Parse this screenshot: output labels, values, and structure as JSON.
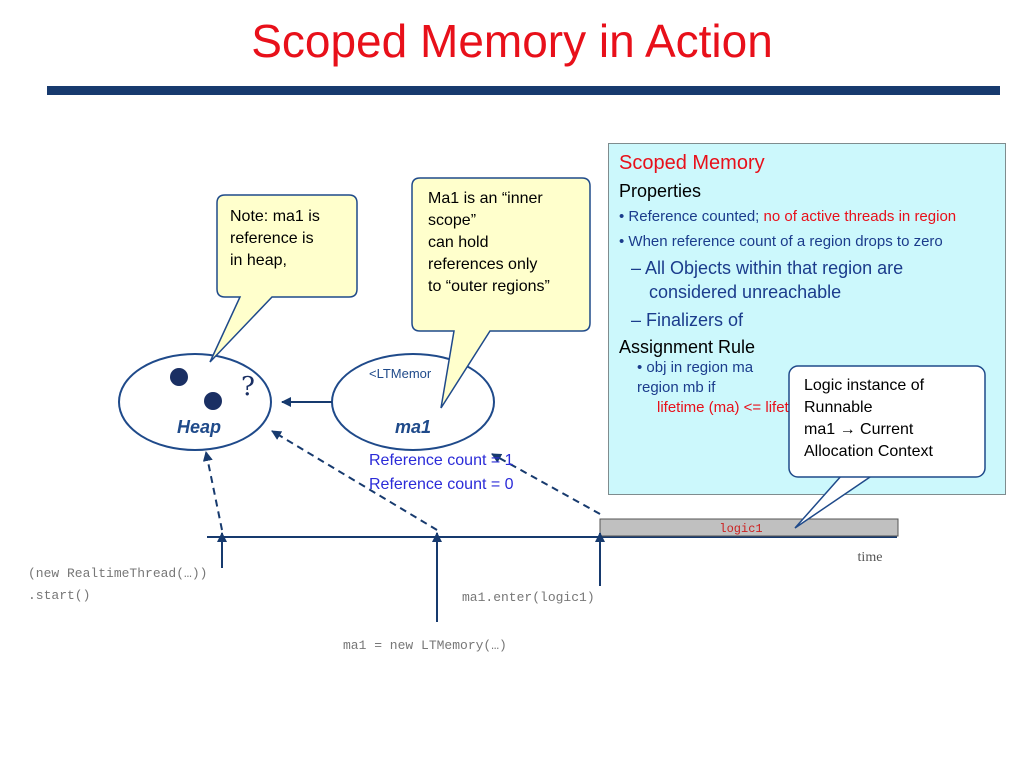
{
  "title": "Scoped Memory in Action",
  "heap": {
    "label": "Heap",
    "squiggle": "?"
  },
  "ma1": {
    "label": "ma1",
    "type_text": "<LTMemor"
  },
  "note_heap": "Note: ma1 is\nreference is\nin heap,",
  "note_inner": "Ma1 is an “inner\nscope”\ncan hold\nreferences only\nto “outer regions”",
  "note_logic": "Logic instance of\nRunnable\nma1 → Current\nAllocation Context",
  "refcount": "Reference count = 1\nReference count = 0",
  "info": {
    "heading": "Scoped Memory",
    "properties": "Properties",
    "bullet1_prefix": "• Reference counted; ",
    "bullet1_red": "no of active threads in region",
    "bullet2": "•  When reference count of a region drops to zero",
    "sub1": "– All Objects within that region are considered  unreachable",
    "sub2": "– Finalizers of",
    "assignment": "Assignment Rule",
    "rule1": "• obj in region ma",
    "rule2": "region mb if",
    "rule3": "lifetime (ma) <= lifetime (heap)"
  },
  "timeline": {
    "logic_label": "logic1",
    "time_label": "time",
    "event1": "(new RealtimeThread(…))\n.start()",
    "event2": "ma1 = new LTMemory(…)",
    "event3": "ma1.enter(logic1)"
  }
}
